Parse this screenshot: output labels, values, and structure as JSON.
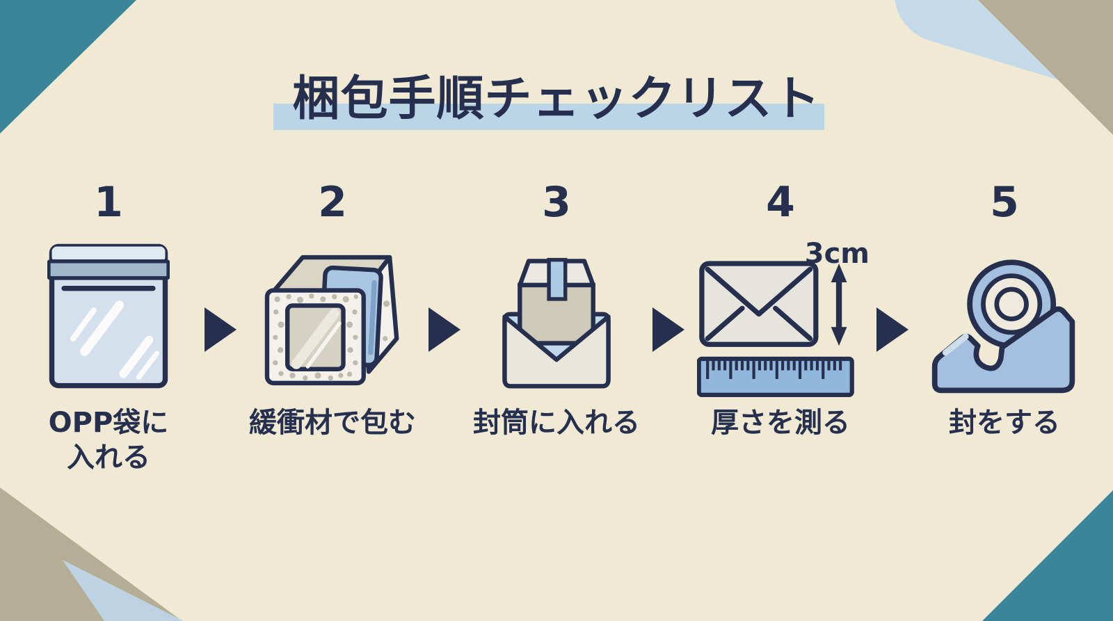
{
  "title": {
    "text": "梱包手順チェックリスト"
  },
  "palette": {
    "background": "#F0EAD4",
    "ink_navy": "#26304E",
    "title_highlight_blue": "#BAD5E8",
    "corner_teal": "#3B8598",
    "corner_tan": "#B5AD96",
    "corner_light_blue": "#C5DAE8",
    "steel_blue": "#9DBBDC",
    "bag_blue": "#D4E1EC",
    "paper_gray": "#E5E5DE",
    "cardboard_tan": "#CFC9B7",
    "bubble_white": "#F3F1EA"
  },
  "steps": [
    {
      "number": "1",
      "label": "OPP袋に\n入れる",
      "icon": "opp-bag-icon"
    },
    {
      "number": "2",
      "label": "緩衝材で包む",
      "icon": "bubble-wrap-icon"
    },
    {
      "number": "3",
      "label": "封筒に入れる",
      "icon": "envelope-insert-icon"
    },
    {
      "number": "4",
      "label": "厚さを測る",
      "icon": "thickness-measure-icon",
      "annotation": "3cm"
    },
    {
      "number": "5",
      "label": "封をする",
      "icon": "tape-dispenser-icon"
    }
  ]
}
